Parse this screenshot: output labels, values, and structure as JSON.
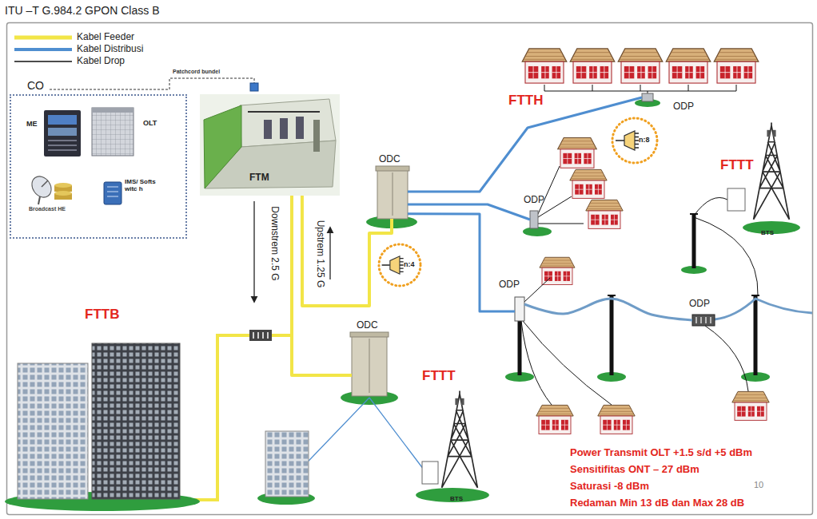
{
  "diagram": {
    "title": "ITU –T G.984.2 GPON Class B",
    "nodes": [
      {
        "text": [
          "CO"
        ]
      },
      {
        "text": [
          "ME"
        ],
        "in": 0
      },
      {
        "text": [
          "OLT"
        ],
        "in": 0
      },
      {
        "text": [
          "Broadcast HE"
        ],
        "in": 0
      },
      {
        "text": [
          "IMS/ Softswitc h"
        ],
        "in": 0
      },
      {
        "text": [
          "FTM"
        ]
      },
      {
        "text": [
          "ODC"
        ]
      },
      {
        "text": [
          "n:4"
        ]
      },
      {
        "text": [
          "ODC"
        ]
      },
      {
        "text": [
          "ODP"
        ]
      },
      {
        "text": [
          "n:8"
        ]
      },
      {
        "text": [
          "ODP"
        ]
      },
      {
        "text": [
          "ODP"
        ]
      },
      {
        "text": [
          "ODP"
        ]
      }
    ],
    "edges": [
      {
        "from": 5,
        "to": 6,
        "arrow": "none"
      },
      {
        "from": 5,
        "to": 8,
        "arrow": "none"
      },
      {
        "from": 6,
        "to": 9,
        "arrow": "none"
      },
      {
        "from": 6,
        "to": 11,
        "arrow": "none"
      },
      {
        "from": 6,
        "to": 12,
        "arrow": "none"
      },
      {
        "from": 12,
        "to": 13,
        "arrow": "none"
      }
    ],
    "labels": [
      "Patchcord bundel",
      "FTTH",
      "FTTT",
      "Downstrem 2.5 G",
      "Upstrem 1.25 G",
      "FTTB",
      "FTTT",
      "BTS",
      "BTS",
      "Power Transmit OLT +1.5 s/d +5 dBm",
      "Sensitifitas ONT – 27 dBm",
      "Saturasi -8 dBm",
      "Redaman Min 13 dB dan Max 28 dB",
      "10"
    ],
    "legend": [
      {
        "text": "Kabel Feeder"
      },
      {
        "text": "Kabel Distribusi"
      },
      {
        "text": "Kabel Drop"
      }
    ]
  }
}
